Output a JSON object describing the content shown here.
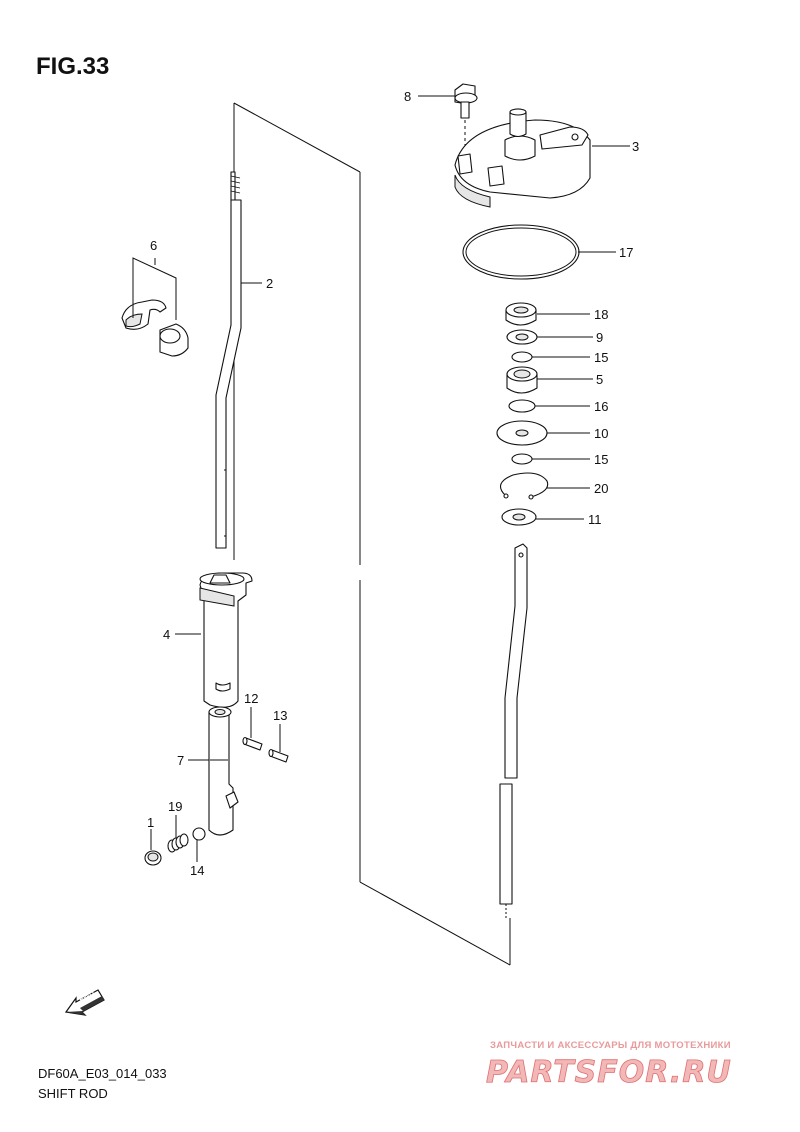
{
  "figure": {
    "title": "FIG.33",
    "code": "DF60A_E03_014_033",
    "name": "SHIFT ROD"
  },
  "callouts": [
    {
      "id": "c8",
      "label": "8"
    },
    {
      "id": "c3",
      "label": "3"
    },
    {
      "id": "c17",
      "label": "17"
    },
    {
      "id": "c18",
      "label": "18"
    },
    {
      "id": "c9",
      "label": "9"
    },
    {
      "id": "c15a",
      "label": "15"
    },
    {
      "id": "c5",
      "label": "5"
    },
    {
      "id": "c16",
      "label": "16"
    },
    {
      "id": "c10",
      "label": "10"
    },
    {
      "id": "c15b",
      "label": "15"
    },
    {
      "id": "c20",
      "label": "20"
    },
    {
      "id": "c11",
      "label": "11"
    },
    {
      "id": "c6",
      "label": "6"
    },
    {
      "id": "c2",
      "label": "2"
    },
    {
      "id": "c4",
      "label": "4"
    },
    {
      "id": "c12",
      "label": "12"
    },
    {
      "id": "c13",
      "label": "13"
    },
    {
      "id": "c7",
      "label": "7"
    },
    {
      "id": "c19",
      "label": "19"
    },
    {
      "id": "c1",
      "label": "1"
    },
    {
      "id": "c14",
      "label": "14"
    }
  ],
  "fwd_label": "FWD",
  "watermark": {
    "tagline": "ЗАПЧАСТИ И АКСЕССУАРЫ ДЛЯ МОТОТЕХНИКИ",
    "brand": "PARTSFOR.RU"
  }
}
